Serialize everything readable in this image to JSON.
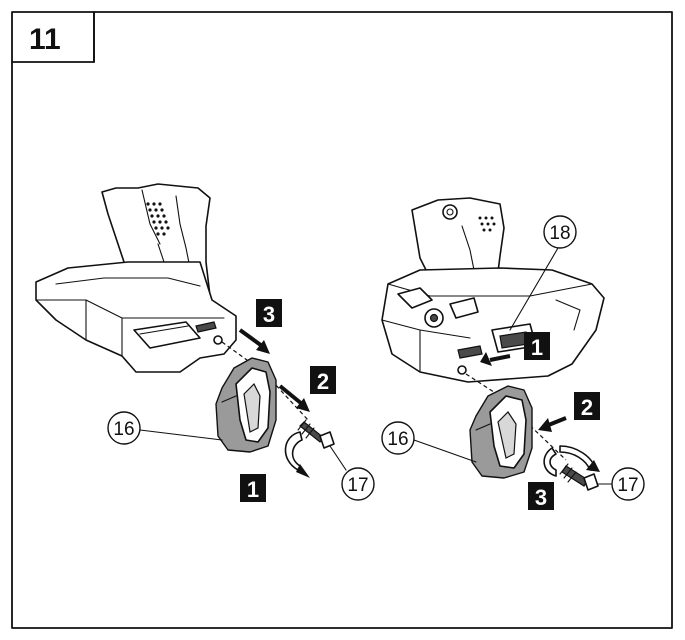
{
  "figure_number": "11",
  "left_view": {
    "steps": {
      "one": "1",
      "two": "2",
      "three": "3"
    },
    "callouts": {
      "hook": "16",
      "screw": "17"
    }
  },
  "right_view": {
    "steps": {
      "one": "1",
      "two": "2",
      "three": "3"
    },
    "callouts": {
      "hook": "16",
      "screw": "17",
      "groove": "18"
    }
  },
  "colors": {
    "line": "#111111",
    "part_fill": "#9a9a9a",
    "badge": "#111111",
    "background": "#ffffff"
  }
}
